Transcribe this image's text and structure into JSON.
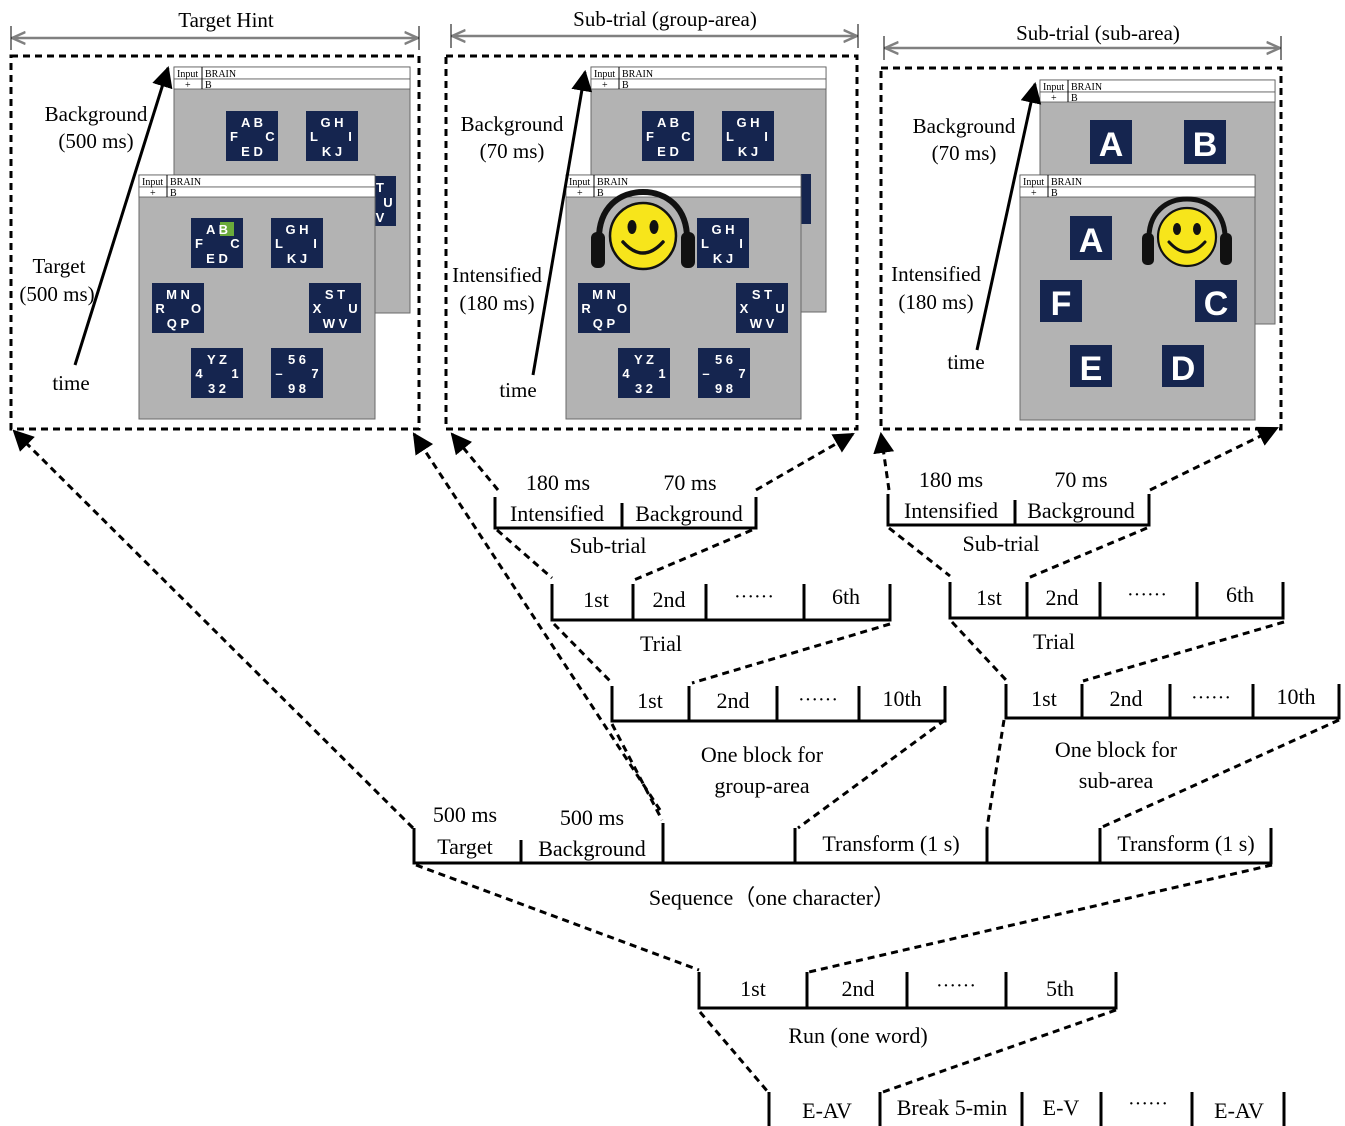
{
  "panels": {
    "target_hint": {
      "title": "Target Hint",
      "background_label": "Background",
      "background_time": "(500 ms)",
      "target_label": "Target",
      "target_time": "(500 ms)",
      "time_label": "time"
    },
    "group_area": {
      "title": "Sub-trial  (group-area)",
      "background_label": "Background",
      "background_time": "(70 ms)",
      "intensified_label": "Intensified",
      "intensified_time": "(180 ms)",
      "time_label": "time"
    },
    "sub_area": {
      "title": "Sub-trial  (sub-area)",
      "background_label": "Background",
      "background_time": "(70 ms)",
      "intensified_label": "Intensified",
      "intensified_time": "(180 ms)",
      "time_label": "time"
    }
  },
  "screen": {
    "input_label": "Input",
    "input_value": "BRAIN",
    "plus": "+",
    "target_value": "B"
  },
  "groups": {
    "abcdef": {
      "top": "A B",
      "left": "F",
      "right": "C",
      "bottom": "E D"
    },
    "ghijkl": {
      "top": "G H",
      "left": "L",
      "right": "I",
      "bottom": "K J"
    },
    "mnopqr": {
      "top": "M N",
      "left": "R",
      "right": "O",
      "bottom": "Q P"
    },
    "stuvwx": {
      "top": "S T",
      "left": "X",
      "right": "U",
      "bottom": "W V"
    },
    "yz1234": {
      "top": "Y Z",
      "left": "4",
      "right": "1",
      "bottom": "3 2"
    },
    "digits": {
      "top": "5 6",
      "left": "–",
      "right": "7",
      "bottom": "9 8"
    }
  },
  "fragment_letters": {
    "t": "T",
    "u": "U",
    "v": "V"
  },
  "sub_area_letters": [
    "A",
    "B",
    "C",
    "D",
    "E",
    "F"
  ],
  "subtrial": {
    "left": {
      "t1": "180 ms",
      "t2": "70 ms",
      "c1": "Intensified",
      "c2": "Background",
      "caption": "Sub-trial"
    },
    "right": {
      "t1": "180 ms",
      "t2": "70 ms",
      "c1": "Intensified",
      "c2": "Background",
      "caption": "Sub-trial"
    }
  },
  "trial": {
    "left": {
      "cells": [
        "1st",
        "2nd",
        "······",
        "6th"
      ],
      "caption": "Trial"
    },
    "right": {
      "cells": [
        "1st",
        "2nd",
        "······",
        "6th"
      ],
      "caption": "Trial"
    }
  },
  "block": {
    "left": {
      "cells": [
        "1st",
        "2nd",
        "······",
        "10th"
      ],
      "caption1": "One block for",
      "caption2": "group-area"
    },
    "right": {
      "cells": [
        "1st",
        "2nd",
        "······",
        "10th"
      ],
      "caption1": "One block for",
      "caption2": "sub-area"
    }
  },
  "sequence": {
    "t1": "500 ms",
    "c1": "Target",
    "t2": "500 ms",
    "c2": "Background",
    "transform1": "Transform (1 s)",
    "transform2": "Transform (1 s)",
    "caption": "Sequence（one character）"
  },
  "run": {
    "cells": [
      "1st",
      "2nd",
      "······",
      "5th"
    ],
    "caption": "Run (one word)"
  },
  "session": {
    "cells": [
      "E-AV",
      "Break 5-min",
      "E-V",
      "······",
      "E-AV"
    ]
  },
  "colors": {
    "tile": "#15254f",
    "screen": "#b3b3b3",
    "highlight": "#6aaa3a",
    "smiley": "#f7e51b"
  }
}
